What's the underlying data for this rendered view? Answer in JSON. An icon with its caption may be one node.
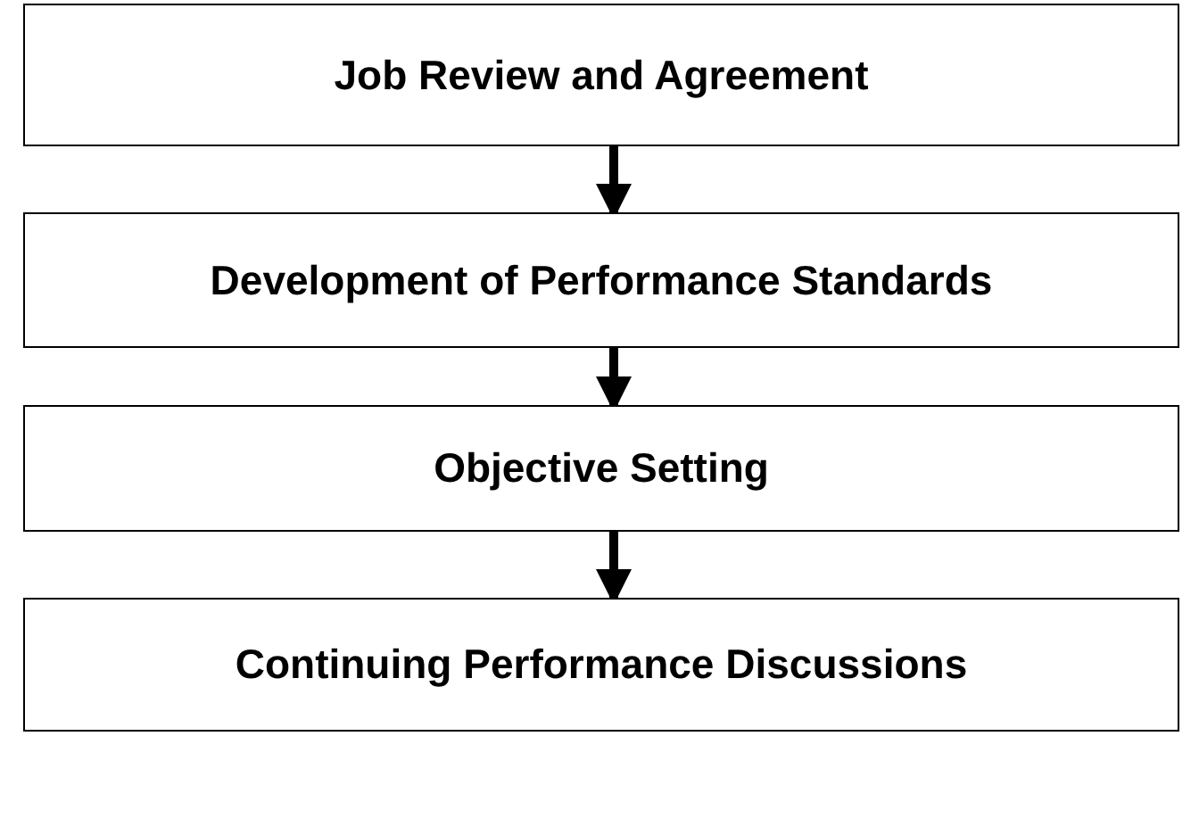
{
  "diagram": {
    "nodes": [
      {
        "text": [
          "Job Review and Agreement"
        ]
      },
      {
        "text": [
          "Development of Performance Standards"
        ]
      },
      {
        "text": [
          "Objective Setting"
        ]
      },
      {
        "text": [
          "Continuing Performance Discussions"
        ]
      }
    ],
    "edges": [
      {
        "from": 0,
        "to": 1,
        "arrow": "to"
      },
      {
        "from": 1,
        "to": 2,
        "arrow": "to"
      },
      {
        "from": 2,
        "to": 3,
        "arrow": "to"
      }
    ]
  }
}
